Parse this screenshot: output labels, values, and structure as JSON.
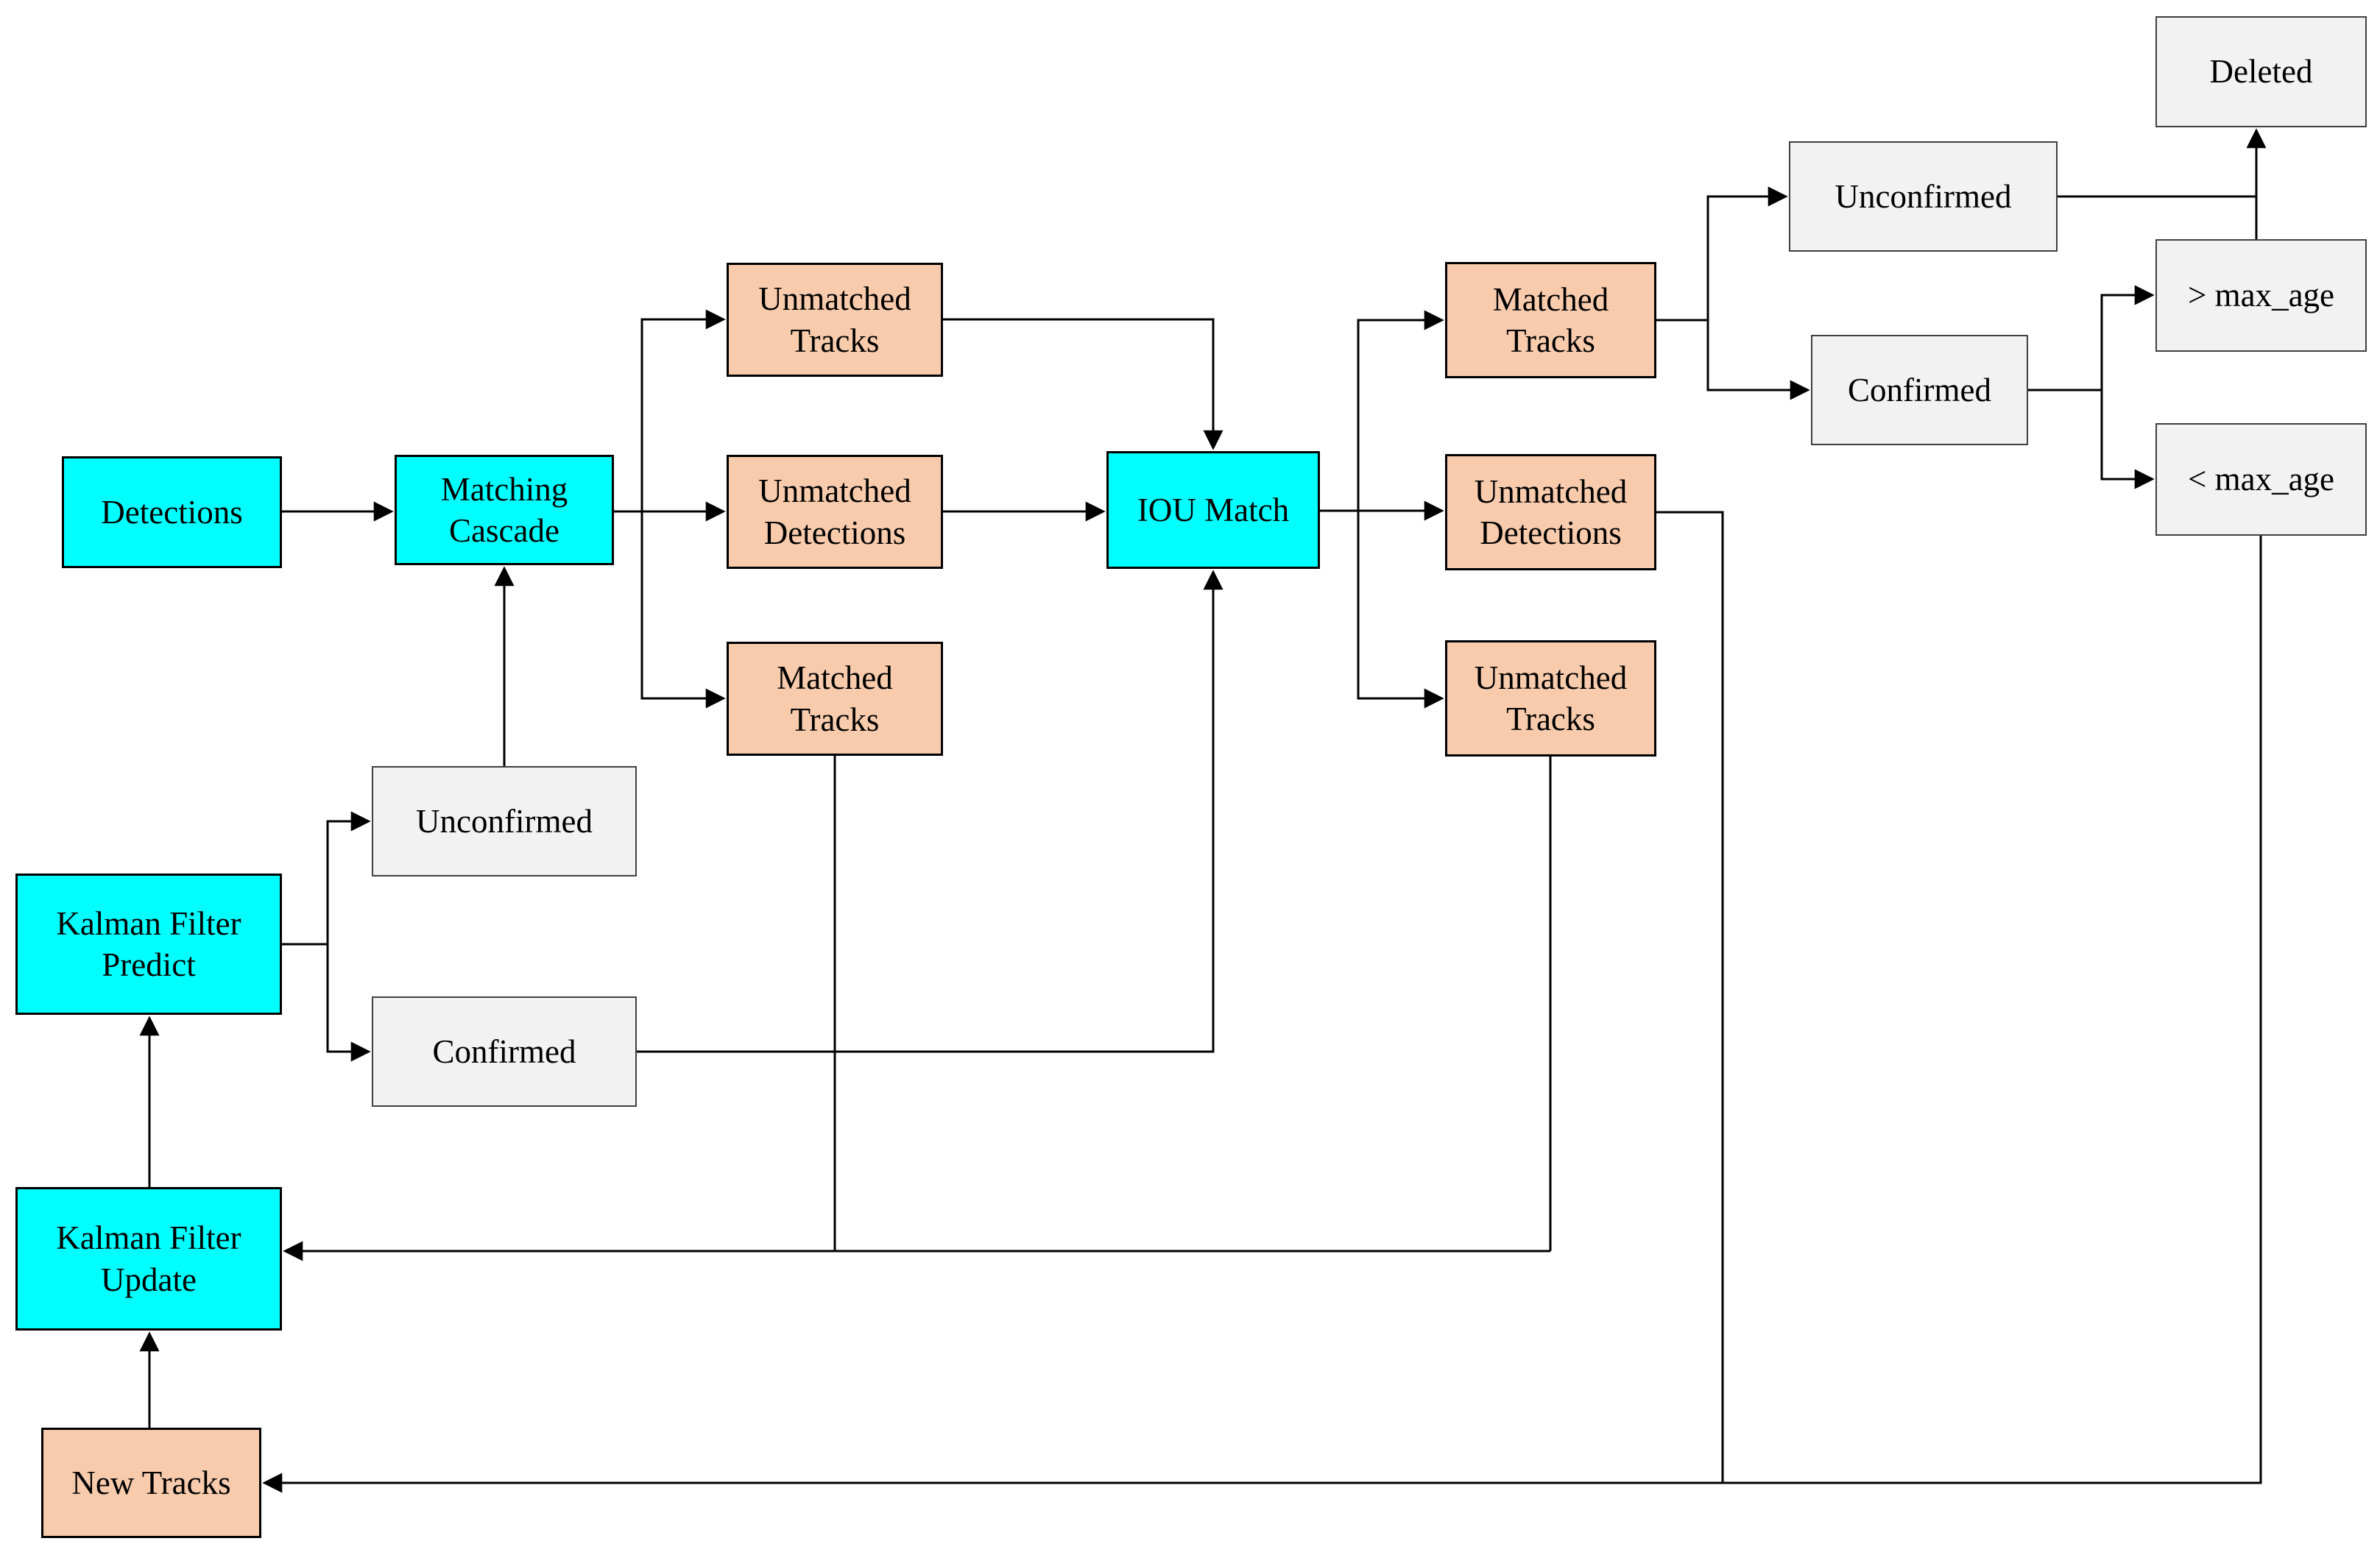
{
  "diagram": {
    "name": "tracking-flowchart",
    "colors": {
      "process": "#00ffff",
      "io": "#f8cbad",
      "state": "#f2f2f2",
      "line": "#000000",
      "background": "#ffffff"
    },
    "nodes": {
      "detections": {
        "label": "Detections",
        "type": "process"
      },
      "matching_cascade": {
        "label": "Matching Cascade",
        "type": "process"
      },
      "unmatched_tracks_1": {
        "label": "Unmatched Tracks",
        "type": "io"
      },
      "unmatched_detections_1": {
        "label": "Unmatched Detections",
        "type": "io"
      },
      "matched_tracks_1": {
        "label": "Matched Tracks",
        "type": "io"
      },
      "iou_match": {
        "label": "IOU Match",
        "type": "process"
      },
      "matched_tracks_2": {
        "label": "Matched Tracks",
        "type": "io"
      },
      "unmatched_detections_2": {
        "label": "Unmatched Detections",
        "type": "io"
      },
      "unmatched_tracks_2": {
        "label": "Unmatched Tracks",
        "type": "io"
      },
      "unconfirmed_2": {
        "label": "Unconfirmed",
        "type": "state"
      },
      "confirmed_2": {
        "label": "Confirmed",
        "type": "state"
      },
      "deleted": {
        "label": "Deleted",
        "type": "state"
      },
      "gt_max_age": {
        "label": "> max_age",
        "type": "state"
      },
      "lt_max_age": {
        "label": "< max_age",
        "type": "state"
      },
      "unconfirmed_1": {
        "label": "Unconfirmed",
        "type": "state"
      },
      "confirmed_1": {
        "label": "Confirmed",
        "type": "state"
      },
      "kalman_filter_predict": {
        "label": "Kalman Filter Predict",
        "type": "process"
      },
      "kalman_filter_update": {
        "label": "Kalman Filter Update",
        "type": "process"
      },
      "new_tracks": {
        "label": "New Tracks",
        "type": "io"
      }
    },
    "edges": [
      {
        "from": "detections",
        "to": "matching_cascade"
      },
      {
        "from": "matching_cascade",
        "to": "unmatched_tracks_1"
      },
      {
        "from": "matching_cascade",
        "to": "unmatched_detections_1"
      },
      {
        "from": "matching_cascade",
        "to": "matched_tracks_1"
      },
      {
        "from": "unmatched_tracks_1",
        "to": "iou_match"
      },
      {
        "from": "unmatched_detections_1",
        "to": "iou_match"
      },
      {
        "from": "confirmed_1",
        "to": "iou_match"
      },
      {
        "from": "iou_match",
        "to": "matched_tracks_2"
      },
      {
        "from": "iou_match",
        "to": "unmatched_detections_2"
      },
      {
        "from": "iou_match",
        "to": "unmatched_tracks_2"
      },
      {
        "from": "matched_tracks_2",
        "to": "unconfirmed_2"
      },
      {
        "from": "matched_tracks_2",
        "to": "confirmed_2"
      },
      {
        "from": "unconfirmed_2",
        "to": "deleted"
      },
      {
        "from": "gt_max_age",
        "to": "deleted"
      },
      {
        "from": "confirmed_2",
        "to": "gt_max_age"
      },
      {
        "from": "confirmed_2",
        "to": "lt_max_age"
      },
      {
        "from": "lt_max_age",
        "to": "new_tracks"
      },
      {
        "from": "unmatched_detections_2",
        "to": "new_tracks"
      },
      {
        "from": "matched_tracks_1",
        "to": "kalman_filter_update"
      },
      {
        "from": "unmatched_tracks_2",
        "to": "kalman_filter_update"
      },
      {
        "from": "new_tracks",
        "to": "kalman_filter_update"
      },
      {
        "from": "kalman_filter_update",
        "to": "kalman_filter_predict"
      },
      {
        "from": "kalman_filter_predict",
        "to": "unconfirmed_1"
      },
      {
        "from": "kalman_filter_predict",
        "to": "confirmed_1"
      },
      {
        "from": "unconfirmed_1",
        "to": "matching_cascade"
      }
    ]
  }
}
